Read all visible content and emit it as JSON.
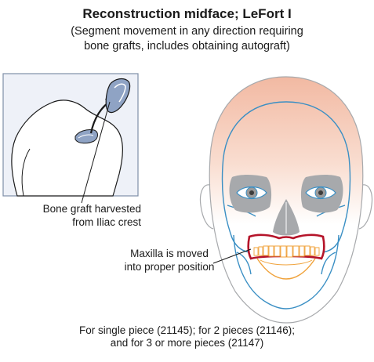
{
  "header": {
    "title": "Reconstruction midface; LeFort I",
    "subtitle_line1": "(Segment movement in any direction requiring",
    "subtitle_line2": "bone grafts, includes obtaining autograft)"
  },
  "labels": {
    "graft_line1": "Bone graft harvested",
    "graft_line2": "from Iliac crest",
    "maxilla_line1": "Maxilla is moved",
    "maxilla_line2": "into proper position"
  },
  "footnote": {
    "line1": "For single piece (21145); for 2 pieces (21146);",
    "line2": "and for 3 or more pieces (21147)"
  },
  "colors": {
    "skull_outline": "#3a8fc4",
    "face_shade": "#f2b9a2",
    "orbit_gray": "#a7a9ac",
    "maxilla_red": "#b5142a",
    "mandible_orange": "#f0a23a",
    "inset_bg": "#eef1f8",
    "inset_border": "#7f8fa8"
  }
}
